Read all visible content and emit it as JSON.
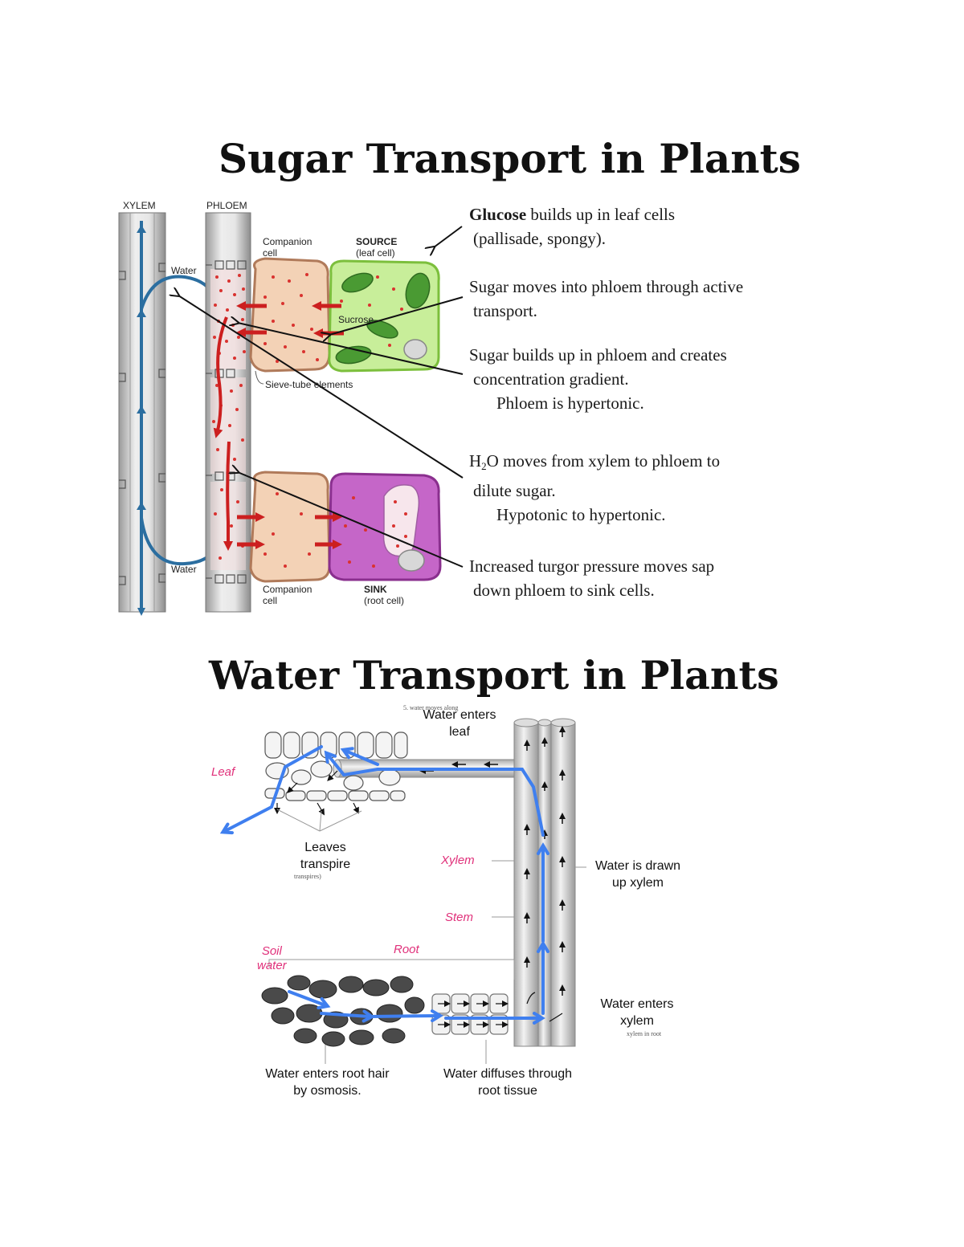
{
  "sugar": {
    "title": "Sugar Transport in Plants",
    "labels": {
      "xylem": "XYLEM",
      "phloem": "PHLOEM",
      "companion_top_1": "Companion",
      "companion_top_2": "cell",
      "source": "SOURCE",
      "source_sub": "(leaf cell)",
      "water_top": "Water",
      "sucrose": "Sucrose",
      "sieve": "Sieve-tube elements",
      "water_bottom": "Water",
      "companion_bottom_1": "Companion",
      "companion_bottom_2": "cell",
      "sink": "SINK",
      "sink_sub": "(root cell)"
    },
    "notes": {
      "n1_bold": "Glucose",
      "n1_rest": " builds up in leaf cells",
      "n1_line2": "(pallisade, spongy).",
      "n2_line1": "Sugar moves into phloem through active",
      "n2_line2": "transport.",
      "n3_line1": "Sugar builds up in phloem and creates",
      "n3_line2": "concentration gradient.",
      "n3_line3": "Phloem is hypertonic.",
      "n4_h": "H",
      "n4_sub": "2",
      "n4_rest": "O moves from xylem to phloem to",
      "n4_line2": "dilute sugar.",
      "n4_line3": "Hypotonic to hypertonic.",
      "n5_line1": "Increased turgor pressure moves sap",
      "n5_line2": "down phloem to sink cells."
    }
  },
  "water": {
    "title": "Water Transport in Plants",
    "labels": {
      "enters_leaf_1": "Water enters",
      "enters_leaf_2": "leaf",
      "leaf": "Leaf",
      "leaves_1": "Leaves",
      "leaves_2": "transpire",
      "leaves_small": "transpires)",
      "xylem": "Xylem",
      "drawn_1": "Water is drawn",
      "drawn_2": "up xylem",
      "stem": "Stem",
      "soil_1": "Soil",
      "soil_2": "water",
      "root": "Root",
      "enters_xylem_1": "Water enters",
      "enters_xylem_2": "xylem",
      "enters_xylem_small": "xylem in root",
      "root_hair_1": "Water enters root hair",
      "root_hair_2": "by osmosis.",
      "diffuses_1": "Water diffuses through",
      "diffuses_2": "root tissue",
      "tiny_top": "5. water moves along"
    }
  }
}
